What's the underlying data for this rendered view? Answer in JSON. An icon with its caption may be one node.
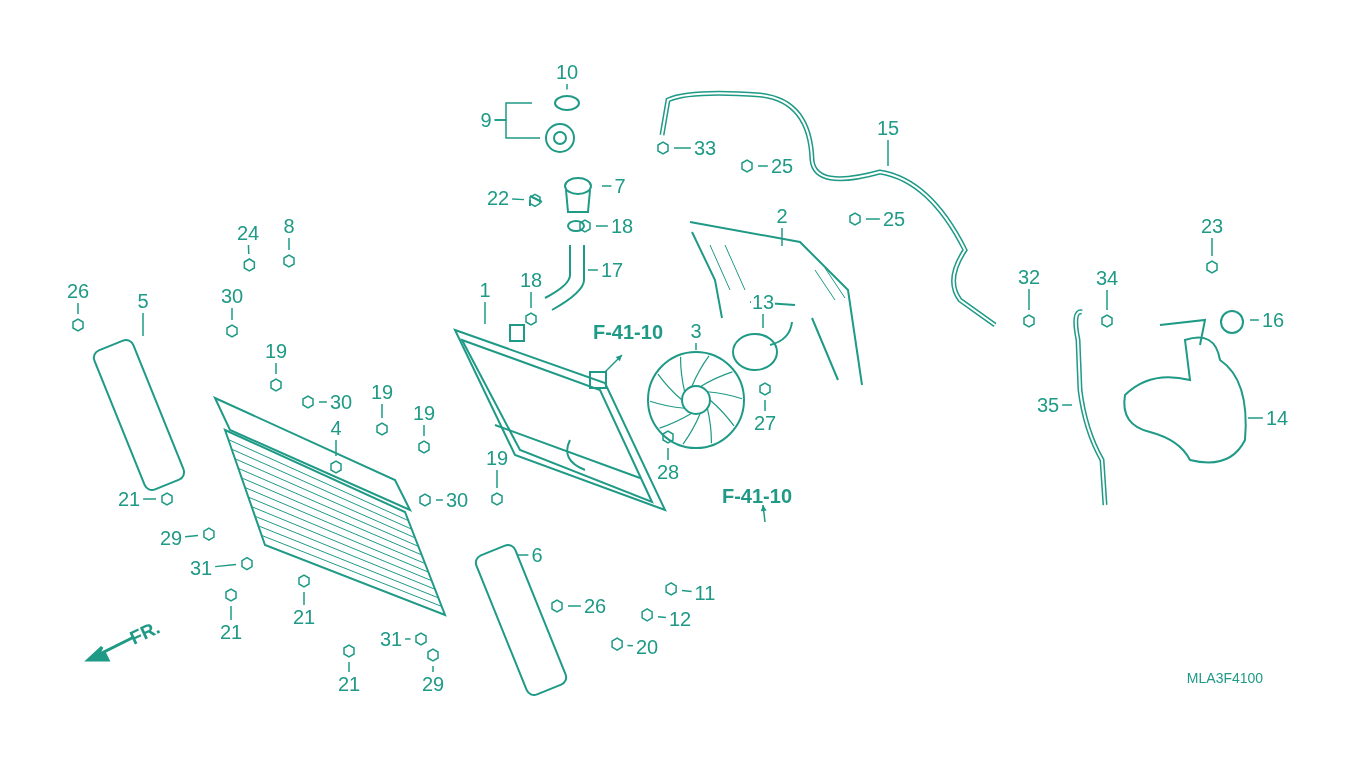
{
  "diagram": {
    "nodes": [
      {
        "text": [
          "10"
        ]
      },
      {
        "text": [
          "9"
        ]
      },
      {
        "text": [
          "33"
        ]
      },
      {
        "text": [
          "15"
        ]
      },
      {
        "text": [
          "25"
        ]
      },
      {
        "text": [
          "7"
        ]
      },
      {
        "text": [
          "22"
        ]
      },
      {
        "text": [
          "2"
        ]
      },
      {
        "text": [
          "25"
        ]
      },
      {
        "text": [
          "18"
        ]
      },
      {
        "text": [
          "23"
        ]
      },
      {
        "text": [
          "24"
        ]
      },
      {
        "text": [
          "8"
        ]
      },
      {
        "text": [
          "17"
        ]
      },
      {
        "text": [
          "26"
        ]
      },
      {
        "text": [
          "5"
        ]
      },
      {
        "text": [
          "30"
        ]
      },
      {
        "text": [
          "18"
        ]
      },
      {
        "text": [
          "1"
        ]
      },
      {
        "text": [
          "13"
        ]
      },
      {
        "text": [
          "34"
        ]
      },
      {
        "text": [
          "32"
        ]
      },
      {
        "text": [
          "16"
        ]
      },
      {
        "text": [
          "3"
        ]
      },
      {
        "text": [
          "19"
        ]
      },
      {
        "text": [
          "30"
        ]
      },
      {
        "text": [
          "19"
        ]
      },
      {
        "text": [
          "19"
        ]
      },
      {
        "text": [
          "4"
        ]
      },
      {
        "text": [
          "27"
        ]
      },
      {
        "text": [
          "35"
        ]
      },
      {
        "text": [
          "14"
        ]
      },
      {
        "text": [
          "28"
        ]
      },
      {
        "text": [
          "21"
        ]
      },
      {
        "text": [
          "19"
        ]
      },
      {
        "text": [
          "30"
        ]
      },
      {
        "text": [
          "29"
        ]
      },
      {
        "text": [
          "31"
        ]
      },
      {
        "text": [
          "6"
        ]
      },
      {
        "text": [
          "11"
        ]
      },
      {
        "text": [
          "26"
        ]
      },
      {
        "text": [
          "12"
        ]
      },
      {
        "text": [
          "21"
        ]
      },
      {
        "text": [
          "21"
        ]
      },
      {
        "text": [
          "20"
        ]
      },
      {
        "text": [
          "21"
        ]
      },
      {
        "text": [
          "31"
        ]
      },
      {
        "text": [
          "29"
        ]
      }
    ],
    "edges": [
      {
        "from": 0,
        "to": null,
        "arrow": "none"
      },
      {
        "from": 1,
        "to": null,
        "arrow": "none"
      },
      {
        "from": 1,
        "to": null,
        "arrow": "none"
      },
      {
        "from": 2,
        "to": null,
        "arrow": "none"
      },
      {
        "from": 3,
        "to": null,
        "arrow": "none"
      },
      {
        "from": 4,
        "to": null,
        "arrow": "none"
      },
      {
        "from": 5,
        "to": null,
        "arrow": "none"
      },
      {
        "from": 6,
        "to": null,
        "arrow": "none"
      },
      {
        "from": 7,
        "to": null,
        "arrow": "none"
      },
      {
        "from": 8,
        "to": null,
        "arrow": "none"
      },
      {
        "from": 9,
        "to": null,
        "arrow": "none"
      },
      {
        "from": 10,
        "to": null,
        "arrow": "none"
      },
      {
        "from": 11,
        "to": null,
        "arrow": "none"
      },
      {
        "from": 12,
        "to": null,
        "arrow": "none"
      },
      {
        "from": 13,
        "to": null,
        "arrow": "none"
      },
      {
        "from": 14,
        "to": null,
        "arrow": "none"
      },
      {
        "from": 15,
        "to": null,
        "arrow": "none"
      },
      {
        "from": 16,
        "to": null,
        "arrow": "none"
      },
      {
        "from": 17,
        "to": null,
        "arrow": "none"
      },
      {
        "from": 18,
        "to": null,
        "arrow": "none"
      },
      {
        "from": 19,
        "to": null,
        "arrow": "none"
      },
      {
        "from": 20,
        "to": null,
        "arrow": "none"
      },
      {
        "from": 21,
        "to": null,
        "arrow": "none"
      },
      {
        "from": 22,
        "to": null,
        "arrow": "none"
      },
      {
        "from": 23,
        "to": null,
        "arrow": "none"
      },
      {
        "from": 24,
        "to": null,
        "arrow": "none"
      },
      {
        "from": 25,
        "to": null,
        "arrow": "none"
      },
      {
        "from": 26,
        "to": null,
        "arrow": "none"
      },
      {
        "from": 27,
        "to": null,
        "arrow": "none"
      },
      {
        "from": 28,
        "to": null,
        "arrow": "none"
      },
      {
        "from": 29,
        "to": null,
        "arrow": "none"
      },
      {
        "from": 30,
        "to": null,
        "arrow": "none"
      },
      {
        "from": 31,
        "to": null,
        "arrow": "none"
      },
      {
        "from": 32,
        "to": null,
        "arrow": "none"
      },
      {
        "from": 33,
        "to": null,
        "arrow": "none"
      },
      {
        "from": 34,
        "to": null,
        "arrow": "none"
      },
      {
        "from": 35,
        "to": null,
        "arrow": "none"
      },
      {
        "from": 36,
        "to": null,
        "arrow": "none"
      },
      {
        "from": 37,
        "to": null,
        "arrow": "none"
      },
      {
        "from": 38,
        "to": null,
        "arrow": "none"
      },
      {
        "from": 39,
        "to": null,
        "arrow": "none"
      },
      {
        "from": 40,
        "to": null,
        "arrow": "none"
      },
      {
        "from": 41,
        "to": null,
        "arrow": "none"
      },
      {
        "from": 42,
        "to": null,
        "arrow": "none"
      },
      {
        "from": 43,
        "to": null,
        "arrow": "none"
      },
      {
        "from": 44,
        "to": null,
        "arrow": "none"
      },
      {
        "from": 45,
        "to": null,
        "arrow": "none"
      },
      {
        "from": 46,
        "to": null,
        "arrow": "none"
      },
      {
        "from": 47,
        "to": null,
        "arrow": "none"
      }
    ],
    "labels": [
      "F-41-10",
      "F-41-10",
      "FR.",
      "MLA3F4100"
    ]
  }
}
